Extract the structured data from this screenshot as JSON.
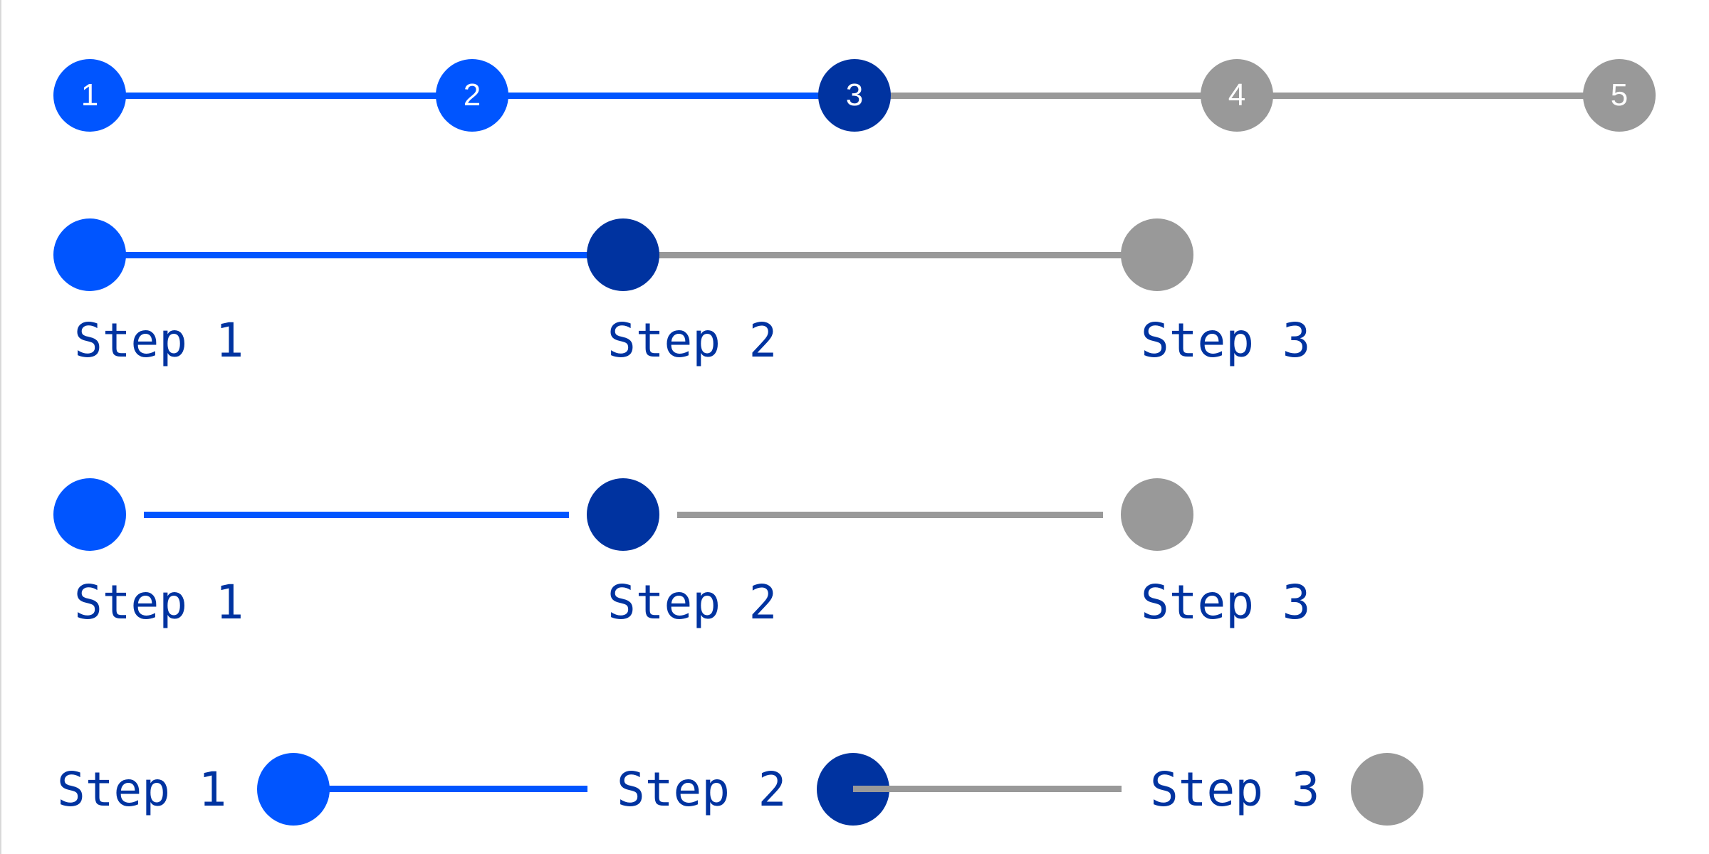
{
  "colors": {
    "completed": "#0055ff",
    "current": "#0033a0",
    "upcoming": "#999999",
    "label": "#0033a0"
  },
  "stepper_numbered": {
    "steps": [
      {
        "number": "1",
        "state": "completed"
      },
      {
        "number": "2",
        "state": "completed"
      },
      {
        "number": "3",
        "state": "current"
      },
      {
        "number": "4",
        "state": "upcoming"
      },
      {
        "number": "5",
        "state": "upcoming"
      }
    ]
  },
  "stepper_labels_below_connected": {
    "steps": [
      {
        "label": "Step 1",
        "state": "completed"
      },
      {
        "label": "Step 2",
        "state": "current"
      },
      {
        "label": "Step 3",
        "state": "upcoming"
      }
    ]
  },
  "stepper_labels_below_gapped": {
    "steps": [
      {
        "label": "Step 1",
        "state": "completed"
      },
      {
        "label": "Step 2",
        "state": "current"
      },
      {
        "label": "Step 3",
        "state": "upcoming"
      }
    ]
  },
  "stepper_labels_inline": {
    "steps": [
      {
        "label": "Step 1",
        "state": "completed"
      },
      {
        "label": "Step 2",
        "state": "current"
      },
      {
        "label": "Step 3",
        "state": "upcoming"
      }
    ]
  }
}
